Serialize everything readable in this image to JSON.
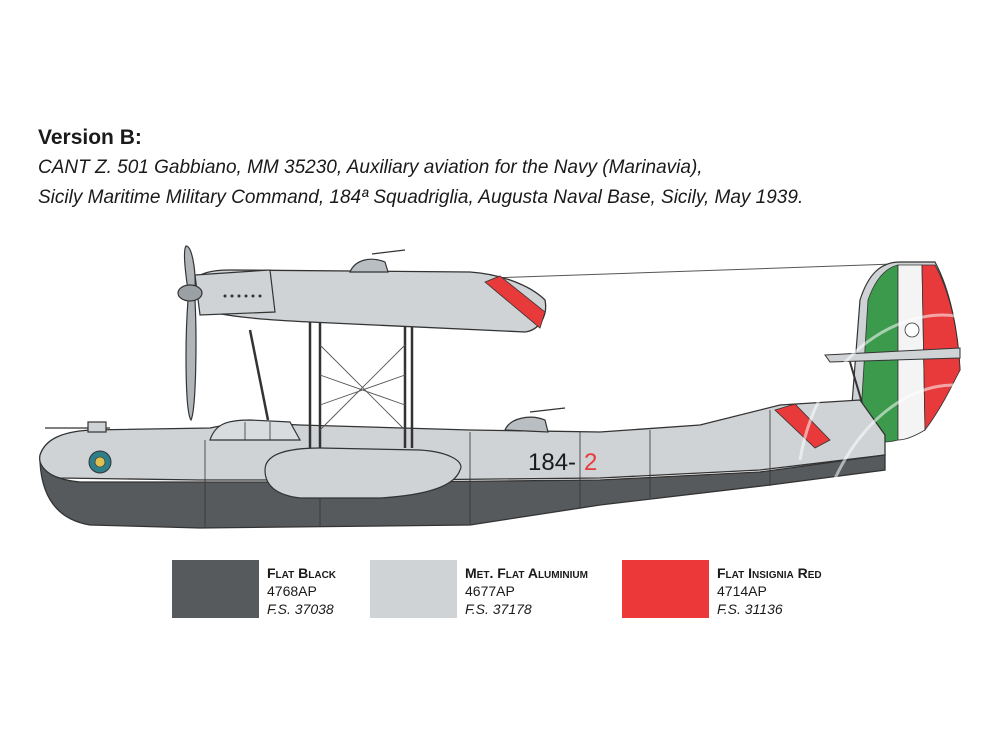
{
  "header": {
    "title": "Version B:",
    "line1": "CANT Z. 501 Gabbiano, MM 35230, Auxiliary aviation for the Navy (Marinavia),",
    "line2": "Sicily Maritime Military Command, 184ª Squadriglia, Augusta Naval Base, Sicily, May 1939."
  },
  "aircraft": {
    "code_number": "184-",
    "code_suffix": "2"
  },
  "colors": {
    "flat_black": "#575a5d",
    "aluminium": "#cfd3d6",
    "insignia_red": "#e83a3a",
    "italian_green": "#3c9a4c"
  },
  "swatches": [
    {
      "name": "Flat Black",
      "code": "4768AP",
      "fs": "F.S. 37038",
      "color": "#575a5d"
    },
    {
      "name": "Met. Flat Aluminium",
      "code": "4677AP",
      "fs": "F.S. 37178",
      "color": "#cfd3d6"
    },
    {
      "name": "Flat Insignia Red",
      "code": "4714AP",
      "fs": "F.S. 31136",
      "color": "#ec3838"
    }
  ]
}
